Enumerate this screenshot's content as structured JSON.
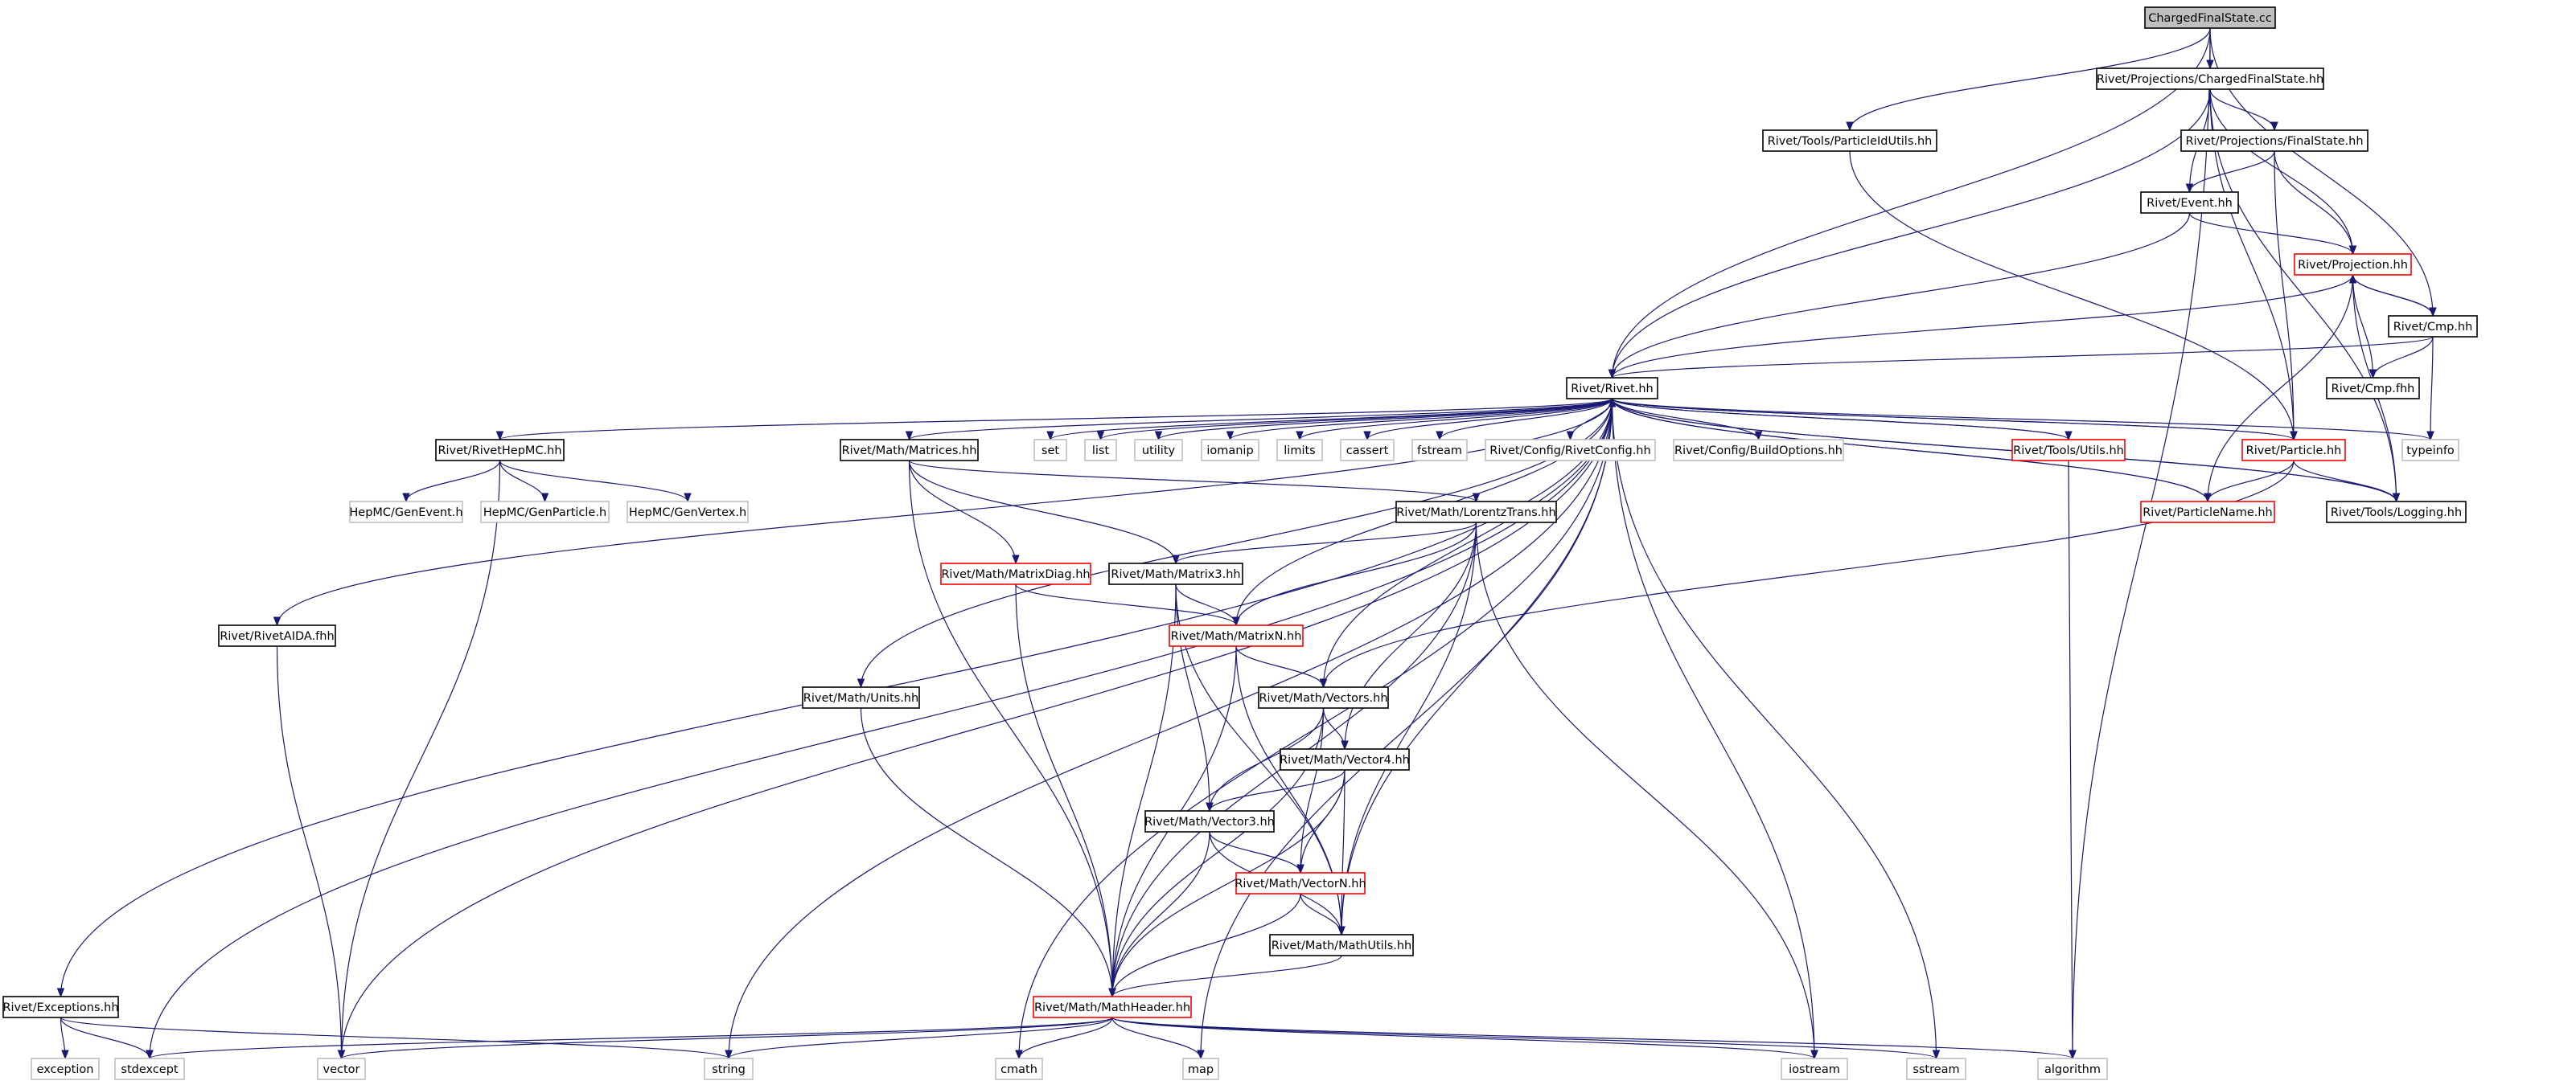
{
  "colors": {
    "edge": "#191970",
    "box_normal": "#000000",
    "box_link": "#ff0000",
    "box_external": "#bfbfbf",
    "root_fill": "#bfbfbf",
    "background": "#ffffff"
  },
  "graph": {
    "nodes": [
      {
        "id": "ChargedFinalState_cc",
        "label": "ChargedFinalState.cc",
        "kind": "root"
      },
      {
        "id": "CFS_hh",
        "label": "Rivet/Projections/ChargedFinalState.hh",
        "kind": "normal"
      },
      {
        "id": "ParticleIdUtils_hh",
        "label": "Rivet/Tools/ParticleIdUtils.hh",
        "kind": "normal"
      },
      {
        "id": "FinalState_hh",
        "label": "Rivet/Projections/FinalState.hh",
        "kind": "normal"
      },
      {
        "id": "Event_hh",
        "label": "Rivet/Event.hh",
        "kind": "normal"
      },
      {
        "id": "Projection_hh",
        "label": "Rivet/Projection.hh",
        "kind": "link"
      },
      {
        "id": "Cmp_hh",
        "label": "Rivet/Cmp.hh",
        "kind": "normal"
      },
      {
        "id": "Cmp_fhh",
        "label": "Rivet/Cmp.fhh",
        "kind": "normal"
      },
      {
        "id": "Rivet_hh",
        "label": "Rivet/Rivet.hh",
        "kind": "normal"
      },
      {
        "id": "RivetHepMC_hh",
        "label": "Rivet/RivetHepMC.hh",
        "kind": "normal"
      },
      {
        "id": "Matrices_hh",
        "label": "Rivet/Math/Matrices.hh",
        "kind": "normal"
      },
      {
        "id": "set",
        "label": "set",
        "kind": "external"
      },
      {
        "id": "list",
        "label": "list",
        "kind": "external"
      },
      {
        "id": "utility",
        "label": "utility",
        "kind": "external"
      },
      {
        "id": "iomanip",
        "label": "iomanip",
        "kind": "external"
      },
      {
        "id": "limits",
        "label": "limits",
        "kind": "external"
      },
      {
        "id": "cassert",
        "label": "cassert",
        "kind": "external"
      },
      {
        "id": "fstream",
        "label": "fstream",
        "kind": "external"
      },
      {
        "id": "RivetConfig_hh",
        "label": "Rivet/Config/RivetConfig.hh",
        "kind": "external"
      },
      {
        "id": "BuildOptions_hh",
        "label": "Rivet/Config/BuildOptions.hh",
        "kind": "external"
      },
      {
        "id": "ToolsUtils_hh",
        "label": "Rivet/Tools/Utils.hh",
        "kind": "link"
      },
      {
        "id": "Particle_hh",
        "label": "Rivet/Particle.hh",
        "kind": "link"
      },
      {
        "id": "typeinfo",
        "label": "typeinfo",
        "kind": "external"
      },
      {
        "id": "HepMC_GenEvent",
        "label": "HepMC/GenEvent.h",
        "kind": "external"
      },
      {
        "id": "HepMC_GenParticle",
        "label": "HepMC/GenParticle.h",
        "kind": "external"
      },
      {
        "id": "HepMC_GenVertex",
        "label": "HepMC/GenVertex.h",
        "kind": "external"
      },
      {
        "id": "LorentzTrans_hh",
        "label": "Rivet/Math/LorentzTrans.hh",
        "kind": "normal"
      },
      {
        "id": "ParticleName_hh",
        "label": "Rivet/ParticleName.hh",
        "kind": "link"
      },
      {
        "id": "Logging_hh",
        "label": "Rivet/Tools/Logging.hh",
        "kind": "normal"
      },
      {
        "id": "MatrixDiag_hh",
        "label": "Rivet/Math/MatrixDiag.hh",
        "kind": "link"
      },
      {
        "id": "Matrix3_hh",
        "label": "Rivet/Math/Matrix3.hh",
        "kind": "normal"
      },
      {
        "id": "RivetAIDA_fhh",
        "label": "Rivet/RivetAIDA.fhh",
        "kind": "normal"
      },
      {
        "id": "MatrixN_hh",
        "label": "Rivet/Math/MatrixN.hh",
        "kind": "link"
      },
      {
        "id": "Units_hh",
        "label": "Rivet/Math/Units.hh",
        "kind": "normal"
      },
      {
        "id": "Vectors_hh",
        "label": "Rivet/Math/Vectors.hh",
        "kind": "normal"
      },
      {
        "id": "Vector4_hh",
        "label": "Rivet/Math/Vector4.hh",
        "kind": "normal"
      },
      {
        "id": "Vector3_hh",
        "label": "Rivet/Math/Vector3.hh",
        "kind": "normal"
      },
      {
        "id": "VectorN_hh",
        "label": "Rivet/Math/VectorN.hh",
        "kind": "link"
      },
      {
        "id": "MathUtils_hh",
        "label": "Rivet/Math/MathUtils.hh",
        "kind": "normal"
      },
      {
        "id": "Exceptions_hh",
        "label": "Rivet/Exceptions.hh",
        "kind": "normal"
      },
      {
        "id": "MathHeader_hh",
        "label": "Rivet/Math/MathHeader.hh",
        "kind": "link"
      },
      {
        "id": "exception",
        "label": "exception",
        "kind": "external"
      },
      {
        "id": "stdexcept",
        "label": "stdexcept",
        "kind": "external"
      },
      {
        "id": "vector",
        "label": "vector",
        "kind": "external"
      },
      {
        "id": "string",
        "label": "string",
        "kind": "external"
      },
      {
        "id": "cmath",
        "label": "cmath",
        "kind": "external"
      },
      {
        "id": "map",
        "label": "map",
        "kind": "external"
      },
      {
        "id": "iostream",
        "label": "iostream",
        "kind": "external"
      },
      {
        "id": "sstream",
        "label": "sstream",
        "kind": "external"
      },
      {
        "id": "algorithm",
        "label": "algorithm",
        "kind": "external"
      }
    ],
    "edges": [
      [
        "ChargedFinalState_cc",
        "CFS_hh"
      ],
      [
        "ChargedFinalState_cc",
        "ParticleIdUtils_hh"
      ],
      [
        "ChargedFinalState_cc",
        "Rivet_hh"
      ],
      [
        "ChargedFinalState_cc",
        "Cmp_hh"
      ],
      [
        "ChargedFinalState_cc",
        "algorithm"
      ],
      [
        "CFS_hh",
        "FinalState_hh"
      ],
      [
        "CFS_hh",
        "Event_hh"
      ],
      [
        "CFS_hh",
        "Projection_hh"
      ],
      [
        "CFS_hh",
        "Rivet_hh"
      ],
      [
        "CFS_hh",
        "Particle_hh"
      ],
      [
        "CFS_hh",
        "Logging_hh"
      ],
      [
        "ParticleIdUtils_hh",
        "Particle_hh"
      ],
      [
        "FinalState_hh",
        "Event_hh"
      ],
      [
        "FinalState_hh",
        "Projection_hh"
      ],
      [
        "FinalState_hh",
        "Particle_hh"
      ],
      [
        "Event_hh",
        "Projection_hh"
      ],
      [
        "Event_hh",
        "Rivet_hh"
      ],
      [
        "Projection_hh",
        "Cmp_hh"
      ],
      [
        "Projection_hh",
        "Cmp_fhh"
      ],
      [
        "Projection_hh",
        "Rivet_hh"
      ],
      [
        "Projection_hh",
        "Logging_hh"
      ],
      [
        "Projection_hh",
        "ParticleName_hh"
      ],
      [
        "Cmp_hh",
        "Projection_hh"
      ],
      [
        "Cmp_hh",
        "Cmp_fhh"
      ],
      [
        "Cmp_hh",
        "Rivet_hh"
      ],
      [
        "Cmp_hh",
        "typeinfo"
      ],
      [
        "Rivet_hh",
        "RivetHepMC_hh"
      ],
      [
        "Rivet_hh",
        "Matrices_hh"
      ],
      [
        "Rivet_hh",
        "set"
      ],
      [
        "Rivet_hh",
        "list"
      ],
      [
        "Rivet_hh",
        "utility"
      ],
      [
        "Rivet_hh",
        "iomanip"
      ],
      [
        "Rivet_hh",
        "limits"
      ],
      [
        "Rivet_hh",
        "cassert"
      ],
      [
        "Rivet_hh",
        "fstream"
      ],
      [
        "Rivet_hh",
        "RivetConfig_hh"
      ],
      [
        "Rivet_hh",
        "BuildOptions_hh"
      ],
      [
        "Rivet_hh",
        "ToolsUtils_hh"
      ],
      [
        "Rivet_hh",
        "Particle_hh"
      ],
      [
        "Rivet_hh",
        "typeinfo"
      ],
      [
        "Rivet_hh",
        "ParticleName_hh"
      ],
      [
        "Rivet_hh",
        "Logging_hh"
      ],
      [
        "Rivet_hh",
        "RivetAIDA_fhh"
      ],
      [
        "Rivet_hh",
        "Units_hh"
      ],
      [
        "Rivet_hh",
        "Vectors_hh"
      ],
      [
        "Rivet_hh",
        "MatrixN_hh"
      ],
      [
        "Rivet_hh",
        "MathUtils_hh"
      ],
      [
        "Rivet_hh",
        "Exceptions_hh"
      ],
      [
        "Rivet_hh",
        "stdexcept"
      ],
      [
        "Rivet_hh",
        "vector"
      ],
      [
        "Rivet_hh",
        "string"
      ],
      [
        "Rivet_hh",
        "cmath"
      ],
      [
        "Rivet_hh",
        "map"
      ],
      [
        "Rivet_hh",
        "iostream"
      ],
      [
        "Rivet_hh",
        "sstream"
      ],
      [
        "Particle_hh",
        "Rivet_hh"
      ],
      [
        "Particle_hh",
        "ParticleName_hh"
      ],
      [
        "Particle_hh",
        "Logging_hh"
      ],
      [
        "Particle_hh",
        "Vectors_hh"
      ],
      [
        "ParticleName_hh",
        "Rivet_hh"
      ],
      [
        "ToolsUtils_hh",
        "Rivet_hh"
      ],
      [
        "ToolsUtils_hh",
        "algorithm"
      ],
      [
        "Logging_hh",
        "Rivet_hh"
      ],
      [
        "RivetHepMC_hh",
        "HepMC_GenEvent"
      ],
      [
        "RivetHepMC_hh",
        "HepMC_GenParticle"
      ],
      [
        "RivetHepMC_hh",
        "HepMC_GenVertex"
      ],
      [
        "RivetHepMC_hh",
        "vector"
      ],
      [
        "Matrices_hh",
        "MatrixDiag_hh"
      ],
      [
        "Matrices_hh",
        "Matrix3_hh"
      ],
      [
        "Matrices_hh",
        "LorentzTrans_hh"
      ],
      [
        "Matrices_hh",
        "MathHeader_hh"
      ],
      [
        "LorentzTrans_hh",
        "Matrix3_hh"
      ],
      [
        "LorentzTrans_hh",
        "MatrixN_hh"
      ],
      [
        "LorentzTrans_hh",
        "Vector4_hh"
      ],
      [
        "LorentzTrans_hh",
        "MathUtils_hh"
      ],
      [
        "LorentzTrans_hh",
        "MathHeader_hh"
      ],
      [
        "LorentzTrans_hh",
        "iostream"
      ],
      [
        "MatrixDiag_hh",
        "MatrixN_hh"
      ],
      [
        "MatrixDiag_hh",
        "MathHeader_hh"
      ],
      [
        "Matrix3_hh",
        "MatrixN_hh"
      ],
      [
        "Matrix3_hh",
        "Vector3_hh"
      ],
      [
        "Matrix3_hh",
        "MathUtils_hh"
      ],
      [
        "Matrix3_hh",
        "MathHeader_hh"
      ],
      [
        "MatrixN_hh",
        "Vectors_hh"
      ],
      [
        "MatrixN_hh",
        "MathUtils_hh"
      ],
      [
        "MatrixN_hh",
        "MathHeader_hh"
      ],
      [
        "Vectors_hh",
        "Vector4_hh"
      ],
      [
        "Vectors_hh",
        "Vector3_hh"
      ],
      [
        "Vectors_hh",
        "VectorN_hh"
      ],
      [
        "Vectors_hh",
        "MathHeader_hh"
      ],
      [
        "Vector4_hh",
        "Vector3_hh"
      ],
      [
        "Vector4_hh",
        "VectorN_hh"
      ],
      [
        "Vector4_hh",
        "MathUtils_hh"
      ],
      [
        "Vector4_hh",
        "MathHeader_hh"
      ],
      [
        "Vector3_hh",
        "VectorN_hh"
      ],
      [
        "Vector3_hh",
        "MathUtils_hh"
      ],
      [
        "Vector3_hh",
        "MathHeader_hh"
      ],
      [
        "VectorN_hh",
        "MathUtils_hh"
      ],
      [
        "VectorN_hh",
        "MathHeader_hh"
      ],
      [
        "MathUtils_hh",
        "MathHeader_hh"
      ],
      [
        "Units_hh",
        "MathHeader_hh"
      ],
      [
        "RivetAIDA_fhh",
        "vector"
      ],
      [
        "Exceptions_hh",
        "exception"
      ],
      [
        "Exceptions_hh",
        "stdexcept"
      ],
      [
        "Exceptions_hh",
        "string"
      ],
      [
        "MathHeader_hh",
        "stdexcept"
      ],
      [
        "MathHeader_hh",
        "vector"
      ],
      [
        "MathHeader_hh",
        "string"
      ],
      [
        "MathHeader_hh",
        "cmath"
      ],
      [
        "MathHeader_hh",
        "map"
      ],
      [
        "MathHeader_hh",
        "iostream"
      ],
      [
        "MathHeader_hh",
        "sstream"
      ],
      [
        "MathHeader_hh",
        "algorithm"
      ]
    ]
  }
}
